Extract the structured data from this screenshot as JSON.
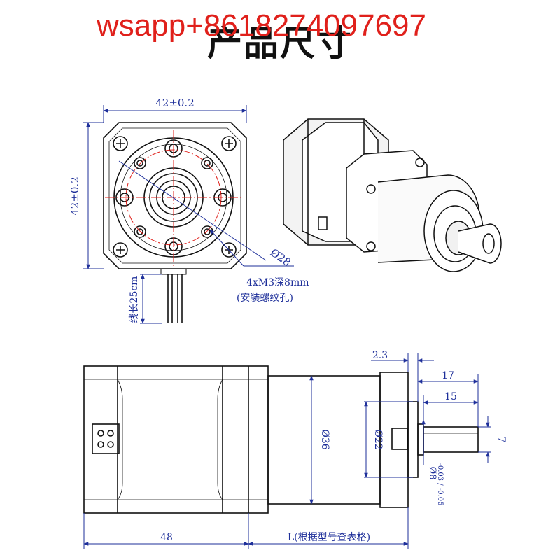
{
  "page": {
    "title": "产品尺寸",
    "watermark": "wsapp+8618274097697"
  },
  "colors": {
    "outline": "#111111",
    "dimension": "#1e2f9a",
    "centerline": "#e0201b"
  },
  "front_view": {
    "width_dim": "42±0.2",
    "height_dim": "42±0.2",
    "circle_dim": "Ø28",
    "hole_note": "4xM3深8mm",
    "hole_note_sub": "(安装螺纹孔)",
    "wire_length": "线长25cm"
  },
  "side_view": {
    "dim_flange": "2.3",
    "dim_17": "17",
    "dim_15": "15",
    "dim_gearbox_dia": "Ø36",
    "dim_boss_dia": "Ø22",
    "dim_flat": "7",
    "dim_shaft": "Ø8",
    "dim_shaft_tol": "-0.03 / -0.05",
    "dim_motor_len": "48",
    "dim_gearbox_len": "L(根据型号查表格)"
  }
}
